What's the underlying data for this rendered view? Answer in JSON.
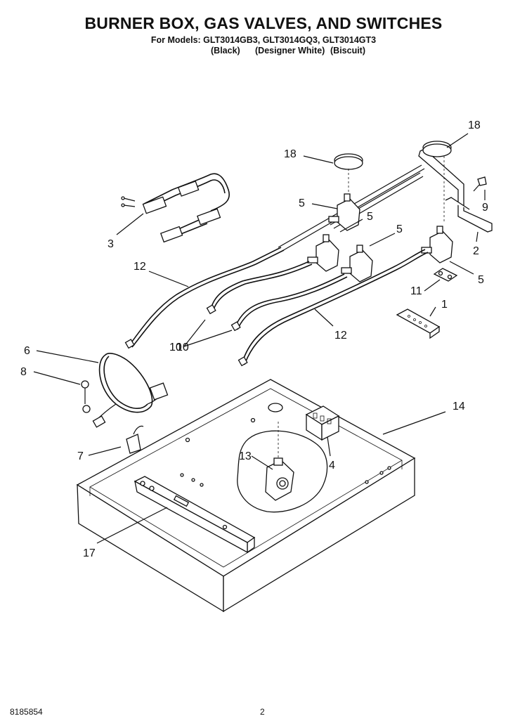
{
  "header": {
    "title": "BURNER BOX, GAS VALVES, AND SWITCHES",
    "models_line": "For Models: GLT3014GB3, GLT3014GQ3, GLT3014GT3",
    "colors": [
      "(Black)",
      "(Designer White)",
      "(Biscuit)"
    ]
  },
  "callouts": [
    "1",
    "2",
    "3",
    "4",
    "5",
    "5",
    "5",
    "5",
    "6",
    "7",
    "8",
    "9",
    "10",
    "10",
    "11",
    "12",
    "12",
    "13",
    "14",
    "17",
    "18",
    "18"
  ],
  "footer": {
    "part_number": "8185854",
    "page": "2"
  }
}
